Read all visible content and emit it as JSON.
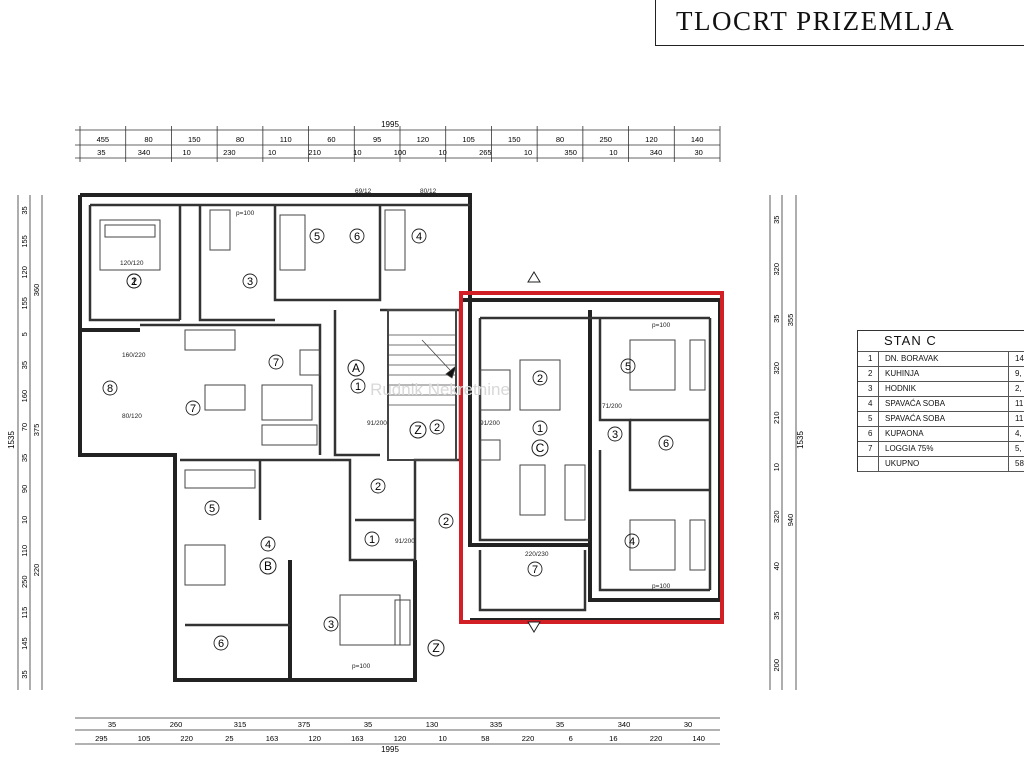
{
  "title": "TLOCRT PRIZEMLJA",
  "top_dims": {
    "total": "1995",
    "row1": [
      "455",
      "80",
      "150",
      "80",
      "110",
      "60",
      "95",
      "120",
      "105",
      "150",
      "80",
      "250",
      "120",
      "140"
    ],
    "row2": [
      "35",
      "340",
      "10",
      "230",
      "10",
      "210",
      "10",
      "100",
      "10",
      "265",
      "10",
      "350",
      "10",
      "340",
      "30"
    ]
  },
  "bottom_dims": {
    "total": "1995",
    "row1": [
      "35",
      "260",
      "315",
      "375",
      "35",
      "130",
      "335",
      "35",
      "340",
      "30"
    ],
    "row2": [
      "295",
      "105",
      "220",
      "25",
      "163",
      "120",
      "163",
      "120",
      "10",
      "58",
      "220",
      "6",
      "16",
      "220",
      "140"
    ]
  },
  "left_dims": {
    "total": "1535",
    "col1": [
      "35",
      "155",
      "120",
      "155",
      "5",
      "35",
      "160",
      "70",
      "35",
      "90",
      "10",
      "110",
      "250",
      "115",
      "145",
      "35"
    ],
    "col2": [
      "360",
      "375",
      "220"
    ]
  },
  "right_dims": {
    "total": "1535",
    "col1": [
      "35",
      "320",
      "35",
      "320",
      "210",
      "10",
      "320",
      "40",
      "35",
      "200"
    ],
    "col2": [
      "355",
      "940"
    ]
  },
  "apartments": [
    "A",
    "B",
    "C",
    "Z",
    "Z"
  ],
  "room_numbers": [
    "1",
    "2",
    "3",
    "4",
    "5",
    "6",
    "7",
    "8"
  ],
  "door_labels": [
    "p=100",
    "91/200",
    "71/200",
    "80/120",
    "120/120",
    "160/220",
    "220/230",
    "69/12",
    "80/12"
  ],
  "watermark": "Rudnik Nekretnine",
  "legend": {
    "title": "STAN C",
    "rows": [
      {
        "n": "1",
        "name": "DN. BORAVAK",
        "area": "14,"
      },
      {
        "n": "2",
        "name": "KUHINJA",
        "area": "9,"
      },
      {
        "n": "3",
        "name": "HODNIK",
        "area": "2,"
      },
      {
        "n": "4",
        "name": "SPAVAĆA SOBA",
        "area": "11,"
      },
      {
        "n": "5",
        "name": "SPAVAĆA SOBA",
        "area": "11,"
      },
      {
        "n": "6",
        "name": "KUPAONA",
        "area": "4,"
      },
      {
        "n": "7",
        "name": "LOGGIA 75%",
        "area": "5,"
      },
      {
        "n": "",
        "name": "UKUPNO",
        "area": "58,"
      }
    ]
  },
  "colors": {
    "highlight": "#d21f26",
    "wall": "#222222",
    "line": "#444444"
  }
}
